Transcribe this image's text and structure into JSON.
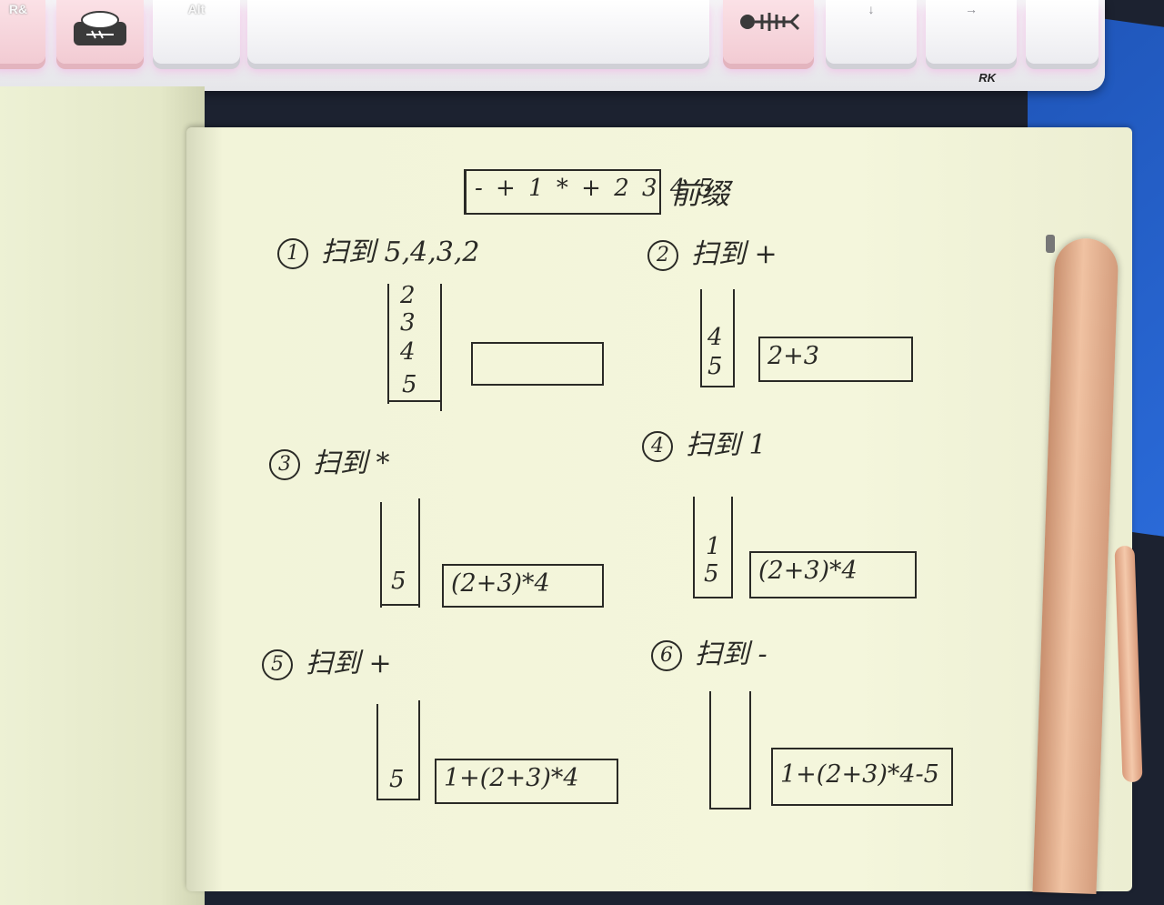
{
  "keyboard": {
    "keys": [
      {
        "label": "R&",
        "pink": true
      },
      {
        "label": "",
        "pink": true,
        "icon": "sushi-icon"
      },
      {
        "label": "Alt",
        "pink": false
      },
      {
        "label": "",
        "pink": false
      },
      {
        "label": "",
        "pink": true,
        "icon": "fishbone-icon"
      },
      {
        "label": "↓",
        "pink": false
      },
      {
        "label": "→",
        "pink": false
      },
      {
        "label": "",
        "pink": false
      }
    ],
    "brand": "RK"
  },
  "notebook": {
    "title_formula": "- + 1 * + 2 3 4 5",
    "title_label": "前缀",
    "steps": [
      {
        "number": "1",
        "label": "扫到 5,4,3,2",
        "stack": [
          "2",
          "3",
          "4",
          "5"
        ],
        "result": ""
      },
      {
        "number": "2",
        "label": "扫到 +",
        "stack": [
          "4",
          "5"
        ],
        "result": "2+3"
      },
      {
        "number": "3",
        "label": "扫到 *",
        "stack": [
          "5"
        ],
        "result": "(2+3)*4"
      },
      {
        "number": "4",
        "label": "扫到 1",
        "stack": [
          "1",
          "5"
        ],
        "result": "(2+3)*4"
      },
      {
        "number": "5",
        "label": "扫到 +",
        "stack": [
          "5"
        ],
        "result": "1+(2+3)*4"
      },
      {
        "number": "6",
        "label": "扫到 -",
        "stack": [],
        "result": "1+(2+3)*4-5"
      }
    ]
  }
}
